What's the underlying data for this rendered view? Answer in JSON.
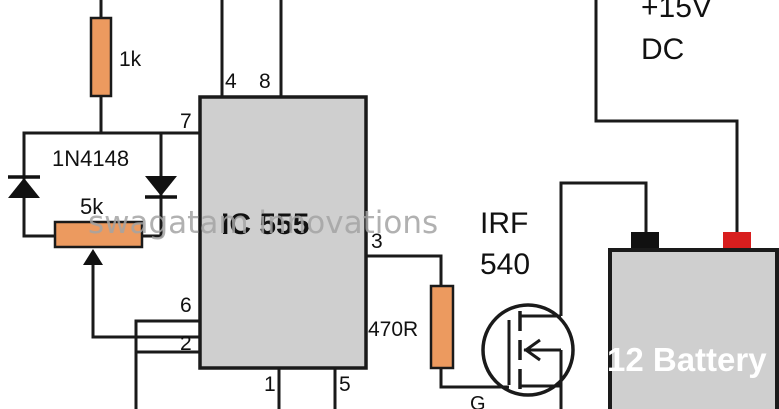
{
  "labels": {
    "r1": "1k",
    "diode": "1N4148",
    "pot": "5k",
    "ic": "IC 555",
    "r2": "470R",
    "mosfet_line1": "IRF",
    "mosfet_line2": "540",
    "gate": "G",
    "supply_line1": "+15V",
    "supply_line2": "DC",
    "battery": "12 Battery",
    "watermark": "swagatam innovations"
  },
  "pins": {
    "p4": "4",
    "p8": "8",
    "p7": "7",
    "p3": "3",
    "p6": "6",
    "p2": "2",
    "p1": "1",
    "p5": "5"
  },
  "colors": {
    "resistor": "#ec9a5f",
    "chip": "#cfcfcf",
    "battery": "#cfcfcf",
    "terminal_negative": "#111111",
    "terminal_positive": "#d81e1e"
  }
}
